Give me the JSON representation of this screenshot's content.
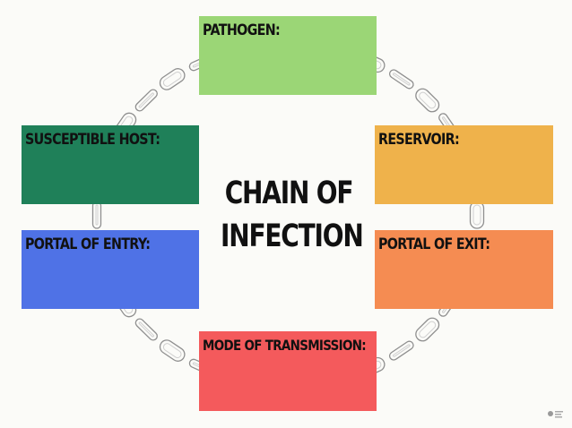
{
  "diagram": {
    "title_line1": "CHAIN OF",
    "title_line2": "INFECTION",
    "boxes": [
      {
        "label": "PATHOGEN:",
        "color": "#9bd676"
      },
      {
        "label": "RESERVOIR:",
        "color": "#efb24b"
      },
      {
        "label": "PORTAL OF EXIT:",
        "color": "#f58c52"
      },
      {
        "label": "MODE OF TRANSMISSION:",
        "color": "#f45a5c"
      },
      {
        "label": "PORTAL OF ENTRY:",
        "color": "#4f72e6"
      },
      {
        "label": "SUSCEPTIBLE HOST:",
        "color": "#1f8059"
      }
    ],
    "chain_color": "#cfcfcf"
  }
}
